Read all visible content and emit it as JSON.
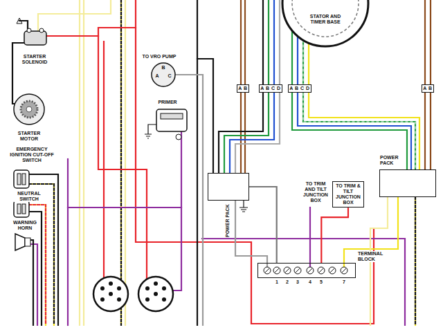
{
  "diagram": {
    "nodes": [
      {
        "text": [
          "POWER PACK"
        ]
      },
      {
        "text": [
          "POWER PACK"
        ]
      },
      {
        "text": [
          "TO TRIM & TILT JUNCTION BOX"
        ]
      },
      {
        "text": [
          "TERMINAL BLOCK"
        ]
      }
    ],
    "edges": [
      {
        "from": 2,
        "to": 3,
        "arrow": "none"
      },
      {
        "from": 0,
        "to": 3,
        "arrow": "none"
      }
    ],
    "labels": [
      "STARTER SOLENOID",
      "STARTER MOTOR",
      "EMERGENCY IGNITION CUT-OFF SWITCH",
      "NEUTRAL SWITCH",
      "WARNING HORN",
      "TO VRO PUMP",
      "B",
      "A",
      "C",
      "PRIMER",
      "STATOR AND TIMER BASE",
      "A B",
      "A B C D",
      "A B C D",
      "A B",
      "TO TRIM AND TILT JUNCTION BOX",
      "1",
      "2",
      "3",
      "4",
      "5",
      "7"
    ]
  }
}
